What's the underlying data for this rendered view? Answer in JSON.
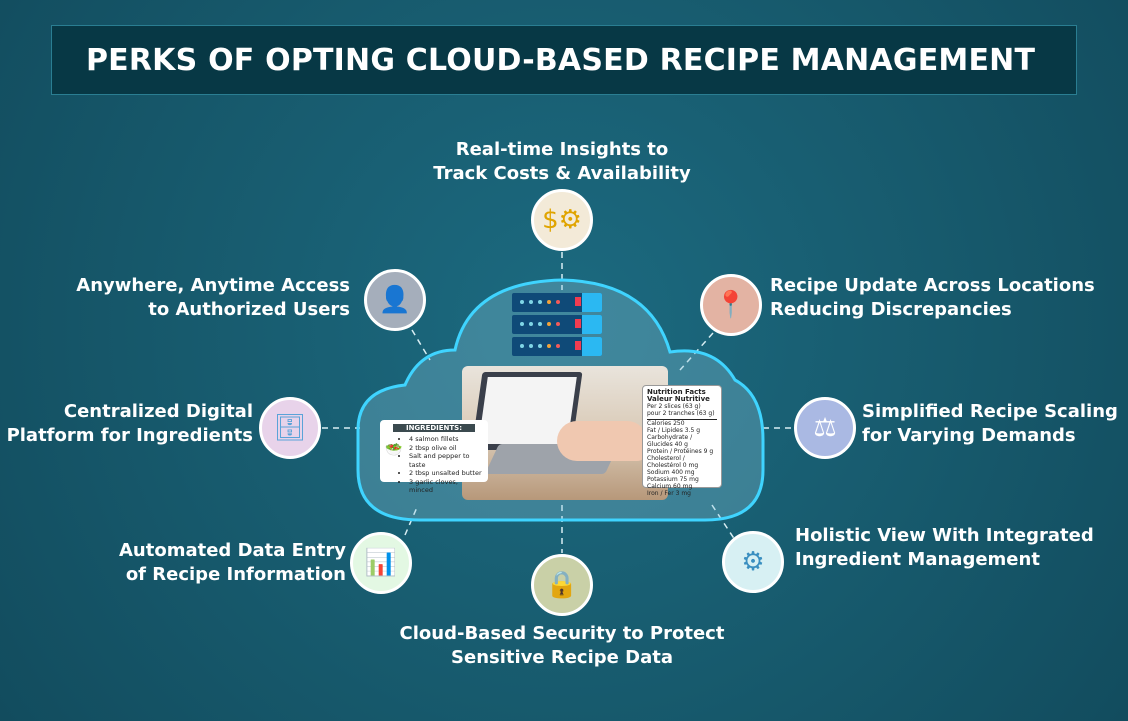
{
  "title": "PERKS OF OPTING CLOUD-BASED RECIPE MANAGEMENT",
  "benefits": [
    {
      "line1": "Real-time Insights to",
      "line2": "Track Costs & Availability",
      "icon": "coins-gear-clock-icon",
      "color": "#f3ead8"
    },
    {
      "line1": "Anywhere, Anytime Access",
      "line2": "to Authorized Users",
      "icon": "user-lock-icon",
      "color": "#a5aebb"
    },
    {
      "line1": "Recipe Update Across Locations",
      "line2": "Reducing Discrepancies",
      "icon": "location-pin-cloche-icon",
      "color": "#e3b3a3"
    },
    {
      "line1": "Centralized Digital",
      "line2": "Platform for Ingredients",
      "icon": "database-network-icon",
      "color": "#e8d3ea"
    },
    {
      "line1": "Simplified Recipe Scaling",
      "line2": "for Varying Demands",
      "icon": "cheese-scale-icon",
      "color": "#aab9e3"
    },
    {
      "line1": "Automated Data Entry",
      "line2": "of Recipe Information",
      "icon": "monitor-chart-gear-icon",
      "color": "#e3f8e3"
    },
    {
      "line1": "Holistic View With Integrated",
      "line2": "Ingredient Management",
      "icon": "gear-network-icon",
      "color": "#d7f0f3"
    },
    {
      "line1": "Cloud-Based Security to Protect",
      "line2": "Sensitive Recipe Data",
      "icon": "folder-lock-icon",
      "color": "#c9d0a7"
    }
  ],
  "ingredients": {
    "heading": "INGREDIENTS:",
    "items": [
      "4 salmon fillets",
      "2 tbsp olive oil",
      "Salt and pepper to taste",
      "2 tbsp unsalted butter",
      "3 garlic cloves, minced"
    ]
  },
  "nutrition": {
    "title1": "Nutrition Facts",
    "title2": "Valeur Nutritive",
    "serving1": "Per 2 slices (63 g)",
    "serving2": "pour 2 tranches (63 g)",
    "rows": [
      "Calories 250",
      "Fat / Lipides 3.5 g",
      "Carbohydrate / Glucides 40 g",
      "Protein / Protéines 9 g",
      "Cholesterol / Cholestérol 0 mg",
      "Sodium 400 mg",
      "Potassium 75 mg",
      "Calcium 60 mg",
      "Iron / Fer 3 mg"
    ]
  }
}
